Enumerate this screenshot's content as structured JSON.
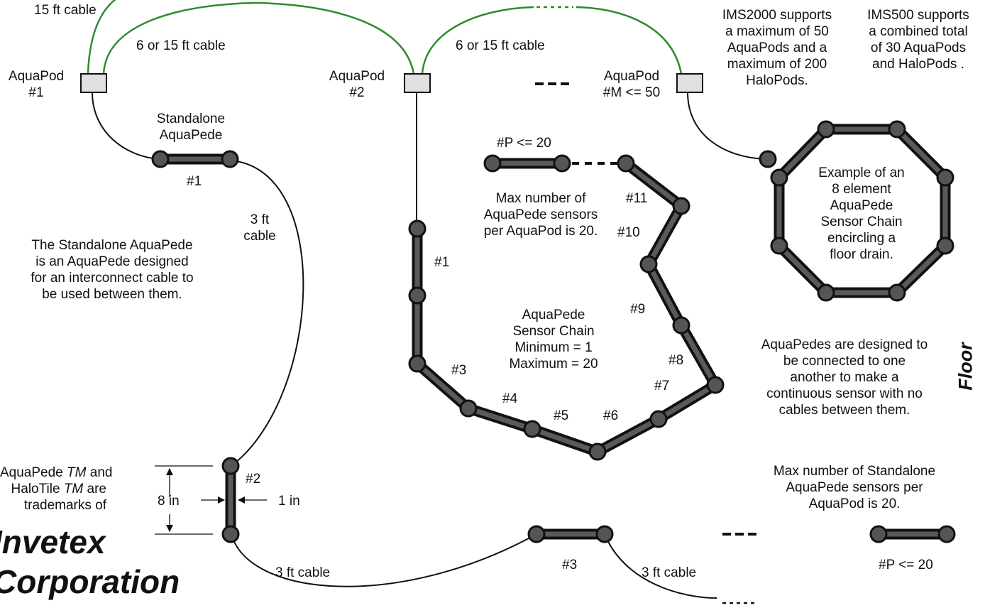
{
  "labels": {
    "cable_15": "15 ft cable",
    "cable_6_15_a": "6 or 15 ft cable",
    "cable_6_15_b": "6 or 15 ft cable",
    "cable_3_a": "3 ft",
    "cable_3_a2": "cable",
    "cable_3_b": "3 ft cable",
    "cable_3_c": "3 ft cable",
    "pod1_a": "AquaPod",
    "pod1_b": "#1",
    "pod2_a": "AquaPod",
    "pod2_b": "#2",
    "podm_a": "AquaPod",
    "podm_b": "#M <= 50",
    "ellipsis_pods": "---",
    "ellipsis_bottom": "---",
    "standalone_title_1": "Standalone",
    "standalone_title_2": "AquaPede",
    "standalone_n1": "#1",
    "standalone_n2": "#2",
    "standalone_n3": "#3",
    "standalone_np": "#P <= 20",
    "chain_np": "#P <= 20",
    "dim_8in": "8 in",
    "dim_1in": "1 in",
    "seg_1": "#1",
    "seg_3": "#3",
    "seg_4": "#4",
    "seg_5": "#5",
    "seg_6": "#6",
    "seg_7": "#7",
    "seg_8": "#8",
    "seg_9": "#9",
    "seg_10": "#10",
    "seg_11": "#11",
    "floor": "Floor"
  },
  "notes": {
    "ims2000": [
      "IMS2000 supports",
      "a maximum of 50",
      "AquaPods and a",
      "maximum of 200",
      "HaloPods."
    ],
    "ims500": [
      "IMS500 supports",
      "a combined total",
      "of 30 AquaPods",
      "and HaloPods ."
    ],
    "standalone_desc": [
      "The Standalone AquaPede",
      "is an AquaPede designed",
      "for an  interconnect cable to",
      "be used between them."
    ],
    "max_per_pod": [
      "Max number of",
      "AquaPede sensors",
      "per AquaPod is 20."
    ],
    "chain_desc": [
      "AquaPede",
      "Sensor Chain",
      "Minimum = 1",
      "Maximum = 20"
    ],
    "octagon_desc": [
      "Example of an",
      "8 element",
      "AquaPede",
      "Sensor Chain",
      "encircling a",
      "floor drain."
    ],
    "connected_desc": [
      "AquaPedes are designed to",
      "be connected to one",
      "another to make a",
      "continuous sensor with no",
      "cables between them."
    ],
    "standalone_max": [
      "Max number of Standalone",
      "AquaPede sensors per",
      "AquaPod is 20."
    ]
  },
  "trademark": {
    "line1_a": "AquaPede ",
    "line1_tm": "TM",
    "line1_b": " and",
    "line2_a": "HaloTile ",
    "line2_tm": "TM",
    "line2_b": " are",
    "line3": "trademarks of",
    "company_1": "Invetex",
    "company_2": "Corporation"
  },
  "colors": {
    "cable_green": "#2e8b2e",
    "cable_black": "#111111",
    "sensor_fill": "#555555",
    "sensor_edge": "#111111",
    "pod_fill": "#e0e0e0"
  }
}
